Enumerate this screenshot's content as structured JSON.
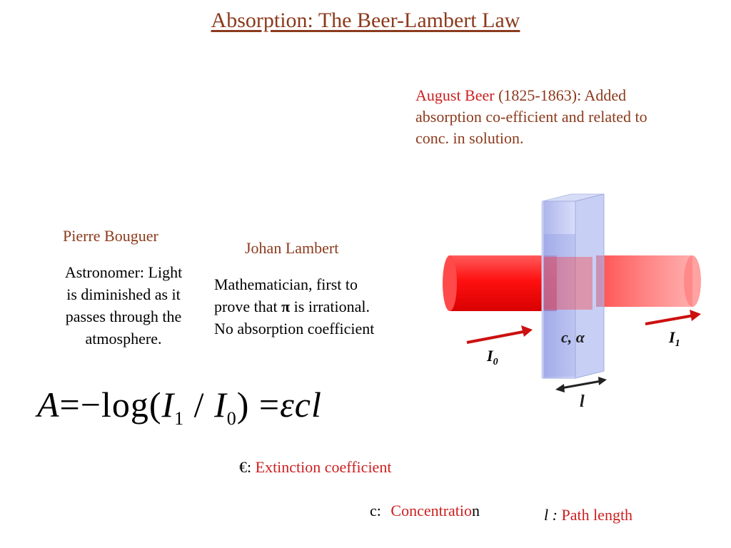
{
  "title": "Absorption: The Beer-Lambert Law",
  "beer": {
    "name": "August Beer",
    "years": "(1825-1863)",
    "desc_part1": ": Added",
    "desc_line2": "absorption co-efficient and related to",
    "desc_line3": "conc. in solution."
  },
  "bouguer": {
    "name": "Pierre Bouguer",
    "lines": [
      "Astronomer: Light",
      "is diminished as it",
      "passes through the",
      "atmosphere."
    ]
  },
  "lambert": {
    "name": "Johan Lambert",
    "line1": "Mathematician, first to",
    "line2_a": "prove that",
    "line2_pi": "π",
    "line2_b": "is irrational.",
    "line3": "No absorption coefficient"
  },
  "equation": {
    "lhs": "A",
    "eq1": "=",
    "minus": "−",
    "log": "log(",
    "i1": "I",
    "i1_sub": "1",
    "slash": "/",
    "i0": "I",
    "i0_sub": "0",
    "close": ")",
    "eq2": "=",
    "rhs": "εcl"
  },
  "diagram": {
    "i0_label": "I",
    "i0_sub": "0",
    "i1_label": "I",
    "i1_sub": "1",
    "cell_label": "c, α",
    "path_label": "l"
  },
  "legend": {
    "epsilon_symbol": "€:",
    "epsilon_text": "Extinction coefficient",
    "c_symbol": "c:",
    "c_text_red": "Concentratio",
    "c_text_black": "n",
    "l_symbol": "l :",
    "l_text": "Path length"
  },
  "colors": {
    "title": "#8b3a1c",
    "accent_red": "#cc1f1f",
    "beam": "#ff2020",
    "cuvette": "#a9b4ee"
  }
}
